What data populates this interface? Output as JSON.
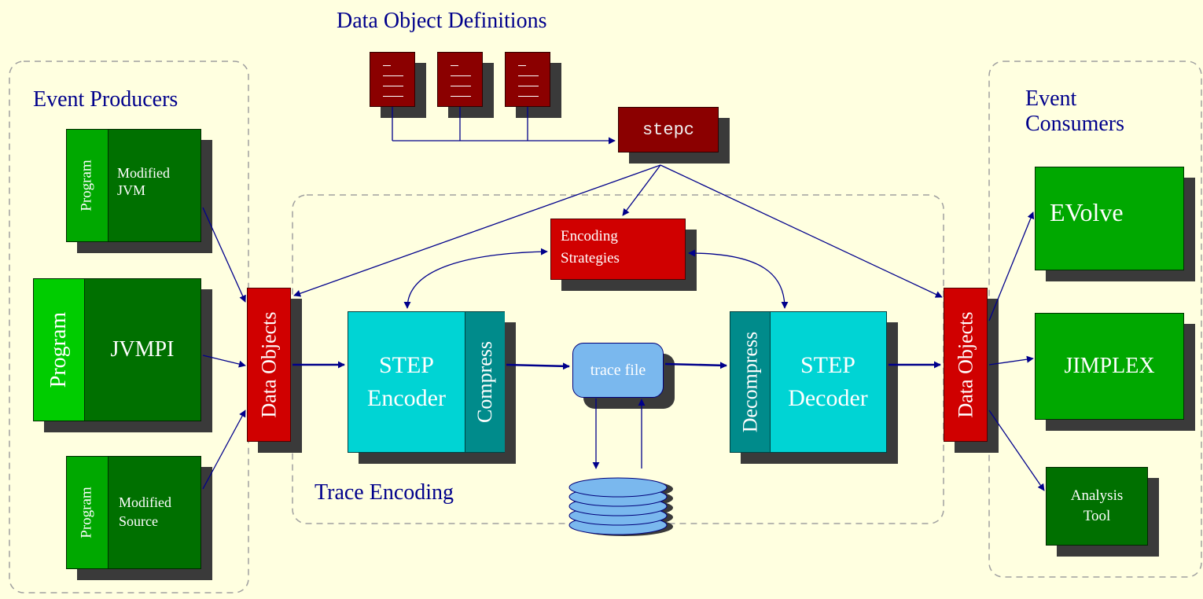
{
  "titles": {
    "data_object_definitions": "Data Object Definitions",
    "event_producers": "Event Producers",
    "event_consumers": "Event Consumers",
    "trace_encoding": "Trace Encoding"
  },
  "producers": {
    "jvm": {
      "side": "Program",
      "main": "Modified\nJVM"
    },
    "jvmpi": {
      "side": "Program",
      "main": "JVMPI"
    },
    "source": {
      "side": "Program",
      "main": "Modified\nSource"
    }
  },
  "data_objects_left": "Data Objects",
  "data_objects_right": "Data Objects",
  "stepc": "stepc",
  "encoding_strategies": "Encoding\nStrategies",
  "encoder": {
    "main": "STEP\nEncoder",
    "side": "Compress"
  },
  "decoder": {
    "main": "STEP\nDecoder",
    "side": "Decompress"
  },
  "trace_file": "trace file",
  "consumers": {
    "evolve": "EVolve",
    "jimplex": "JIMPLEX",
    "analysis": "Analysis\nTool"
  },
  "colors": {
    "background": "#ffffe0",
    "dark_red": "#8b0000",
    "red": "#d00000",
    "cyan": "#00d4d4",
    "teal": "#008b8b",
    "green": "#00a800",
    "dark_green": "#007000",
    "light_blue": "#7ab8ee",
    "navy": "#00008b"
  }
}
